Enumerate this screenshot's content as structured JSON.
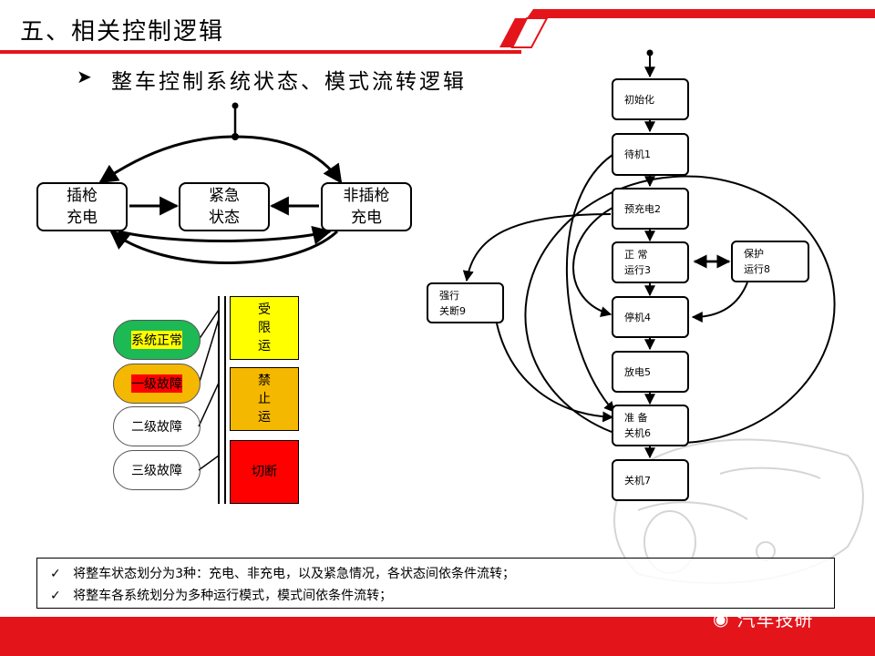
{
  "header": {
    "title": "五、相关控制逻辑",
    "subtitle": "整车控制系统状态、模式流转逻辑",
    "colors": {
      "brand_red": "#e4141b"
    }
  },
  "state_diagram": {
    "states": [
      "插枪\n充电",
      "紧急\n状态",
      "非插枪\n充电"
    ]
  },
  "fault_levels": {
    "items": [
      {
        "label": "系统正常",
        "color": "#1db954"
      },
      {
        "label": "一级故障",
        "color": "#ffff00"
      },
      {
        "label": "二级故障",
        "color": "#f5b800"
      },
      {
        "label": "三级故障",
        "color": "#ff0000"
      }
    ],
    "modes": [
      {
        "label": "受\n限\n运",
        "color": "#ffff00"
      },
      {
        "label": "禁\n止\n运",
        "color": "#f5b800"
      },
      {
        "label": "切断",
        "color": "#ff0000"
      }
    ]
  },
  "flowchart": {
    "nodes": {
      "init": "初始化",
      "standby": "待机1",
      "precharge": "预充电2",
      "normal": "正 常\n运行3",
      "protect": "保护\n运行8",
      "stop": "停机4",
      "discharge": "放电5",
      "prep_shutdown": "准 备\n关机6",
      "shutdown": "关机7",
      "force_off": "强行\n关断9"
    }
  },
  "notes": {
    "items": [
      "将整车状态划分为3种：充电、非充电，以及紧急情况，各状态间依条件流转；",
      "将整车各系统划分为多种运行模式，模式间依条件流转；"
    ]
  },
  "footer": {
    "watermark": "汽车技研"
  }
}
